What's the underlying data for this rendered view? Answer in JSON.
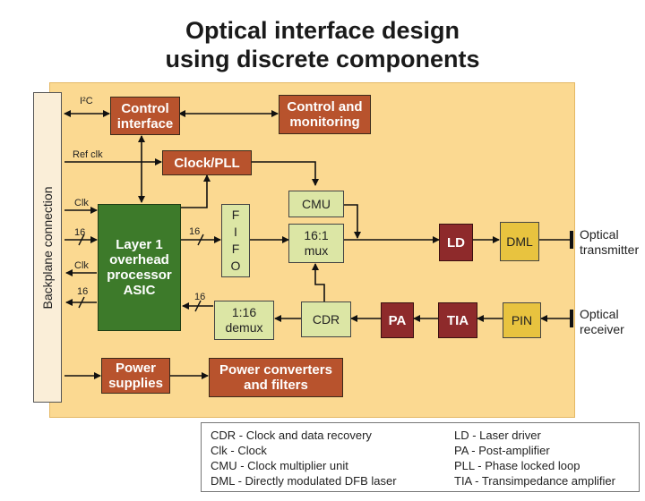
{
  "title": {
    "line1": "Optical interface design",
    "line2": "using discrete components"
  },
  "backplane": {
    "label": "Backplane connection"
  },
  "blocks": {
    "control_interface": [
      "Control",
      "interface"
    ],
    "control_monitoring": [
      "Control and",
      "monitoring"
    ],
    "clock_pll": "Clock/PLL",
    "cmu": "CMU",
    "asic": [
      "Layer 1",
      "overhead",
      "processor",
      "ASIC"
    ],
    "fifo": [
      "F",
      "I",
      "F",
      "O"
    ],
    "mux": [
      "16:1",
      "mux"
    ],
    "demux": [
      "1:16",
      "demux"
    ],
    "cdr": "CDR",
    "ld": "LD",
    "dml": "DML",
    "pa": "PA",
    "tia": "TIA",
    "pin": "PIN",
    "power_supplies": [
      "Power",
      "supplies"
    ],
    "power_converters": [
      "Power converters",
      "and filters"
    ]
  },
  "signals": {
    "i2c": "I²C",
    "ref_clk": "Ref clk",
    "clk_in": "Clk",
    "bus_in": "16",
    "clk_out": "Clk",
    "bus_out": "16",
    "bus_asic_fifo": "16",
    "bus_demux_asic": "16"
  },
  "outputs": {
    "optical_transmitter": [
      "Optical",
      "transmitter"
    ],
    "optical_receiver": [
      "Optical",
      "receiver"
    ]
  },
  "legend": [
    [
      "CDR - Clock and data recovery",
      "LD - Laser driver"
    ],
    [
      "Clk - Clock",
      "PA - Post-amplifier"
    ],
    [
      "CMU - Clock multiplier unit",
      "PLL - Phase locked loop"
    ],
    [
      "DML - Directly modulated DFB laser",
      "TIA - Transimpedance amplifier"
    ]
  ],
  "colors": {
    "panel": "#fbd991",
    "block_red": "#b8532d",
    "block_green": "#3d7a2a",
    "block_light": "#dce6a5",
    "block_maroon": "#8e2a2b",
    "block_yellow": "#e8c33f"
  }
}
